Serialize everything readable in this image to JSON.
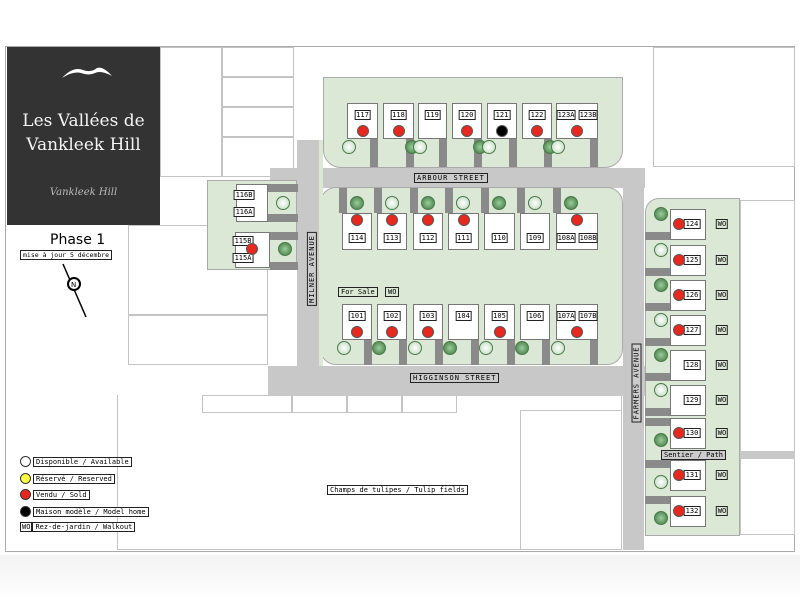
{
  "header": {
    "title": "Les Vallées de Vankleek Hill",
    "subtitle": "Vankleek Hill",
    "phase": "Phase 1",
    "update_note": "mise à jour 5 décembre"
  },
  "streets": {
    "arbour": "ARBOUR STREET",
    "higginson": "HIGGINSON STREET",
    "milner": "MILNER AVENUE",
    "farmers": "FARMERS AVENUE",
    "path": "Sentier / Path"
  },
  "tags": {
    "for_sale": "For Sale",
    "walkout": "WO"
  },
  "tulip_fields": "Champs de tulipes / Tulip fields",
  "colors": {
    "available": "#ffffff",
    "reserved": "#ffff44",
    "sold": "#e8281e",
    "model": "#000000"
  },
  "lots": [
    {
      "labels": [
        "117"
      ],
      "status": "sold"
    },
    {
      "labels": [
        "118"
      ],
      "status": "sold"
    },
    {
      "labels": [
        "119"
      ],
      "status": "available"
    },
    {
      "labels": [
        "120"
      ],
      "status": "sold"
    },
    {
      "labels": [
        "121"
      ],
      "status": "model"
    },
    {
      "labels": [
        "122"
      ],
      "status": "sold"
    },
    {
      "labels": [
        "123A",
        "123B"
      ],
      "status": "sold"
    },
    {
      "labels": [
        "114"
      ],
      "status": "sold"
    },
    {
      "labels": [
        "113"
      ],
      "status": "sold"
    },
    {
      "labels": [
        "112"
      ],
      "status": "sold"
    },
    {
      "labels": [
        "111"
      ],
      "status": "sold"
    },
    {
      "labels": [
        "110"
      ],
      "status": "available"
    },
    {
      "labels": [
        "109"
      ],
      "status": "available"
    },
    {
      "labels": [
        "108A",
        "108B"
      ],
      "status": "sold"
    },
    {
      "labels": [
        "101"
      ],
      "status": "sold"
    },
    {
      "labels": [
        "102"
      ],
      "status": "sold"
    },
    {
      "labels": [
        "103"
      ],
      "status": "sold"
    },
    {
      "labels": [
        "104"
      ],
      "status": "available"
    },
    {
      "labels": [
        "105"
      ],
      "status": "sold"
    },
    {
      "labels": [
        "106"
      ],
      "status": "available"
    },
    {
      "labels": [
        "107A",
        "107B"
      ],
      "status": "sold"
    },
    {
      "labels": [
        "124"
      ],
      "status": "sold",
      "walkout": true
    },
    {
      "labels": [
        "125"
      ],
      "status": "sold",
      "walkout": true
    },
    {
      "labels": [
        "126"
      ],
      "status": "sold",
      "walkout": true
    },
    {
      "labels": [
        "127"
      ],
      "status": "sold",
      "walkout": true
    },
    {
      "labels": [
        "128"
      ],
      "status": "available",
      "walkout": true
    },
    {
      "labels": [
        "129"
      ],
      "status": "available",
      "walkout": true
    },
    {
      "labels": [
        "130"
      ],
      "status": "sold",
      "walkout": true
    },
    {
      "labels": [
        "131"
      ],
      "status": "sold",
      "walkout": true
    },
    {
      "labels": [
        "132"
      ],
      "status": "sold",
      "walkout": true
    },
    {
      "labels": [
        "116B",
        "116A"
      ],
      "status": "available"
    },
    {
      "labels": [
        "115B",
        "115A"
      ],
      "status": "sold"
    }
  ],
  "legend": [
    {
      "status": "available",
      "label": "Disponible / Available"
    },
    {
      "status": "reserved",
      "label": "Réservé / Reserved"
    },
    {
      "status": "sold",
      "label": "Vendu / Sold"
    },
    {
      "status": "model",
      "label": "Maison modèle / Model home"
    },
    {
      "status": "walkout",
      "label": "Rez-de-jardin / Walkout"
    }
  ]
}
